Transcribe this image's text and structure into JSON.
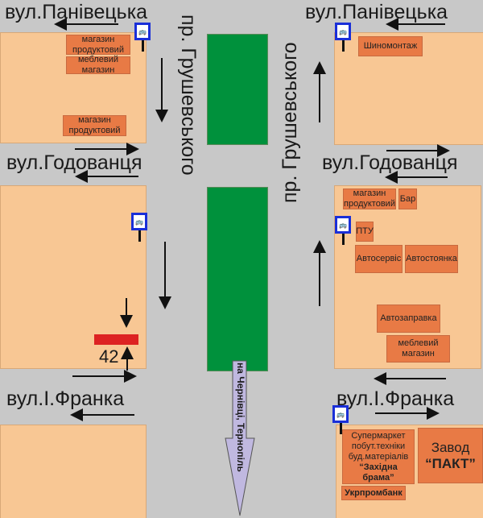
{
  "streets": {
    "panivetska": "вул.Панівецька",
    "hodovantsia": "вул.Годованця",
    "franka": "вул.І.Франка",
    "hrushevskoho": "пр. Грушевського"
  },
  "shops": {
    "tl1": "магазин продуктовий",
    "tl2": "меблевий магазин",
    "tl3": "магазин продуктовий",
    "tr1": "Шиномонтаж",
    "mr1": "магазин продуктовий",
    "mr2": "Бар",
    "mr3": "ПТУ",
    "mr4": "Автосервіс",
    "mr5": "Автостоянка",
    "mr6": "Автозаправка",
    "mr7": "меблевий магазин",
    "br1_l1": "Супермаркет",
    "br1_l2": "побут.техніки",
    "br1_l3": "буд.матеріалів",
    "br1_l4": "“Західна брама”",
    "br2_l1": "Завод",
    "br2_l2": "“ПАКТ”",
    "br3": "Укрпромбанк"
  },
  "house_number": "42",
  "direction_label": "на Чернівці, Тернопіль",
  "colors": {
    "road": "#c8c8c8",
    "block": "#f8c794",
    "shop": "#e87a45",
    "park": "#00913c",
    "marker": "#dd2222",
    "bus_sign": "#1a2fd8",
    "direction_arrow": "#c0b8e0"
  }
}
